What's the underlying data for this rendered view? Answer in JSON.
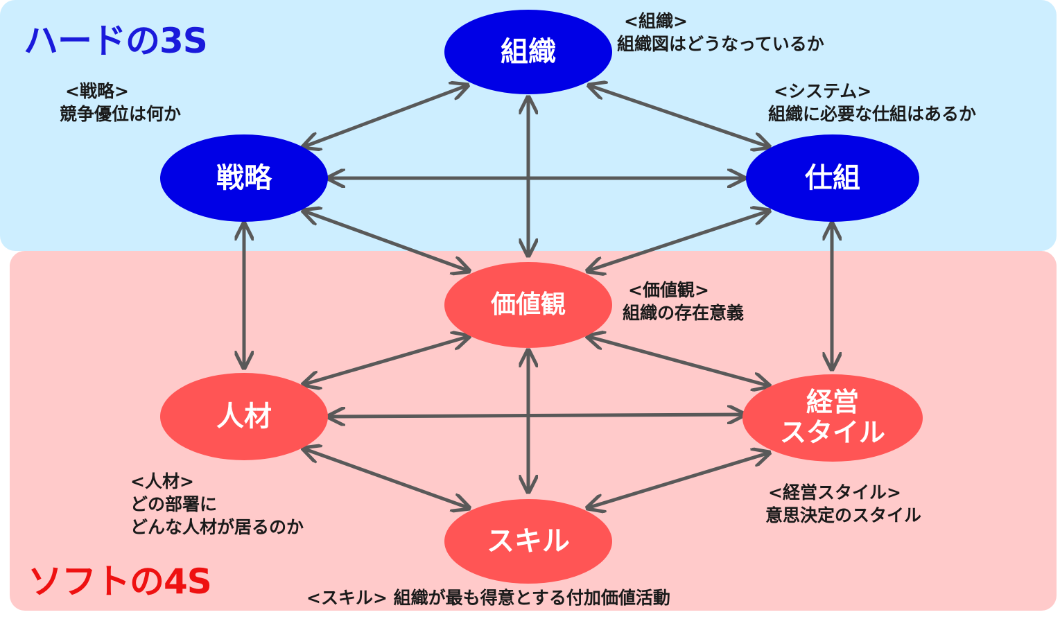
{
  "colors": {
    "hard_bg": "#cdeeff",
    "soft_bg": "#ffcaca",
    "hard_node": "#0000e6",
    "soft_node": "#ff5555",
    "hard_title": "#1a1adb",
    "soft_title": "#ee1111",
    "arrow": "#595959"
  },
  "sections": {
    "hard_title": "ハードの3S",
    "soft_title": "ソフトの4S"
  },
  "nodes": {
    "soshiki": "組織",
    "senryaku": "戦略",
    "shikumi": "仕組",
    "kachikan": "価値観",
    "jinzai": "人材",
    "keiei_line1": "経営",
    "keiei_line2": "スタイル",
    "skill": "スキル"
  },
  "descriptions": {
    "soshiki_head": "<組織>",
    "soshiki_body": "組織図はどうなっているか",
    "senryaku_head": "<戦略>",
    "senryaku_body": "競争優位は何か",
    "shikumi_head": "<システム>",
    "shikumi_body": "組織に必要な仕組はあるか",
    "kachikan_head": "<価値観>",
    "kachikan_body": "組織の存在意義",
    "jinzai_head": "<人材>",
    "jinzai_body1": "どの部署に",
    "jinzai_body2": "どんな人材が居るのか",
    "keiei_head": "<経営スタイル>",
    "keiei_body": "意思決定のスタイル",
    "skill_line": "<スキル> 組織が最も得意とする付加価値活動"
  }
}
